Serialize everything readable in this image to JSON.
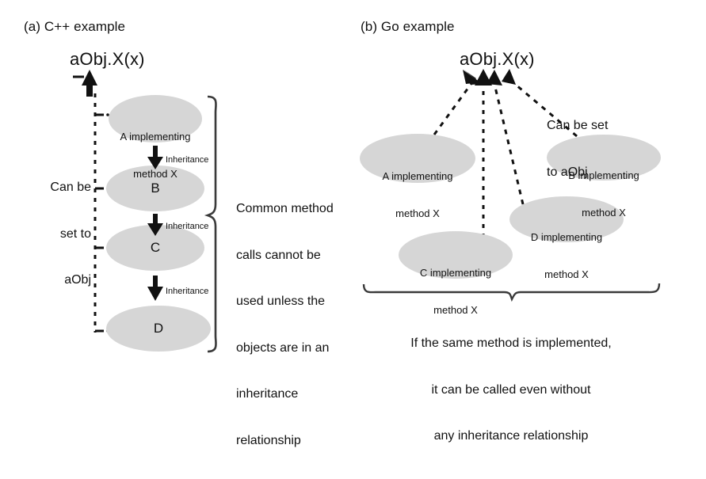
{
  "figure": {
    "background": "#ffffff",
    "ellipse_fill": "#d6d6d6",
    "stroke": "#1a1a1a"
  },
  "panels": [
    {
      "id": "a",
      "title": "(a) C++ example",
      "call_label": "aObj.X(x)",
      "side_note": "Can be\nset to\naObj",
      "side_note_lines": [
        "Can be",
        "set to",
        "aObj"
      ],
      "brace_note": "Common method\ncalls cannot be\nused unless the\nobjects are in an\ninheritance\nrelationship",
      "brace_note_lines": [
        "Common method",
        "calls cannot be",
        "used unless the",
        "objects are in an",
        "inheritance",
        "relationship"
      ],
      "nodes": [
        {
          "id": "A",
          "lines": [
            "A implementing",
            "method X"
          ]
        },
        {
          "id": "B",
          "lines": [
            "B"
          ]
        },
        {
          "id": "C",
          "lines": [
            "C"
          ]
        },
        {
          "id": "D",
          "lines": [
            "D"
          ]
        }
      ],
      "edge_labels": [
        "Inheritance",
        "Inheritance",
        "Inheritance"
      ]
    },
    {
      "id": "b",
      "title": "(b) Go example",
      "call_label": "aObj.X(x)",
      "side_note": "Can be set\nto aObj",
      "side_note_lines": [
        "Can be set",
        "to aObj"
      ],
      "brace_note": "If the same method is implemented,\nit can be called even without\nany inheritance relationship",
      "brace_note_lines": [
        "If the same method is implemented,",
        "it can be called even without",
        "any inheritance relationship"
      ],
      "nodes": [
        {
          "id": "A",
          "lines": [
            "A implementing",
            "method X"
          ]
        },
        {
          "id": "B",
          "lines": [
            "B implementing",
            "method X"
          ]
        },
        {
          "id": "C",
          "lines": [
            "C implementing",
            "method X"
          ]
        },
        {
          "id": "D",
          "lines": [
            "D implementing",
            "method X"
          ]
        }
      ]
    }
  ]
}
